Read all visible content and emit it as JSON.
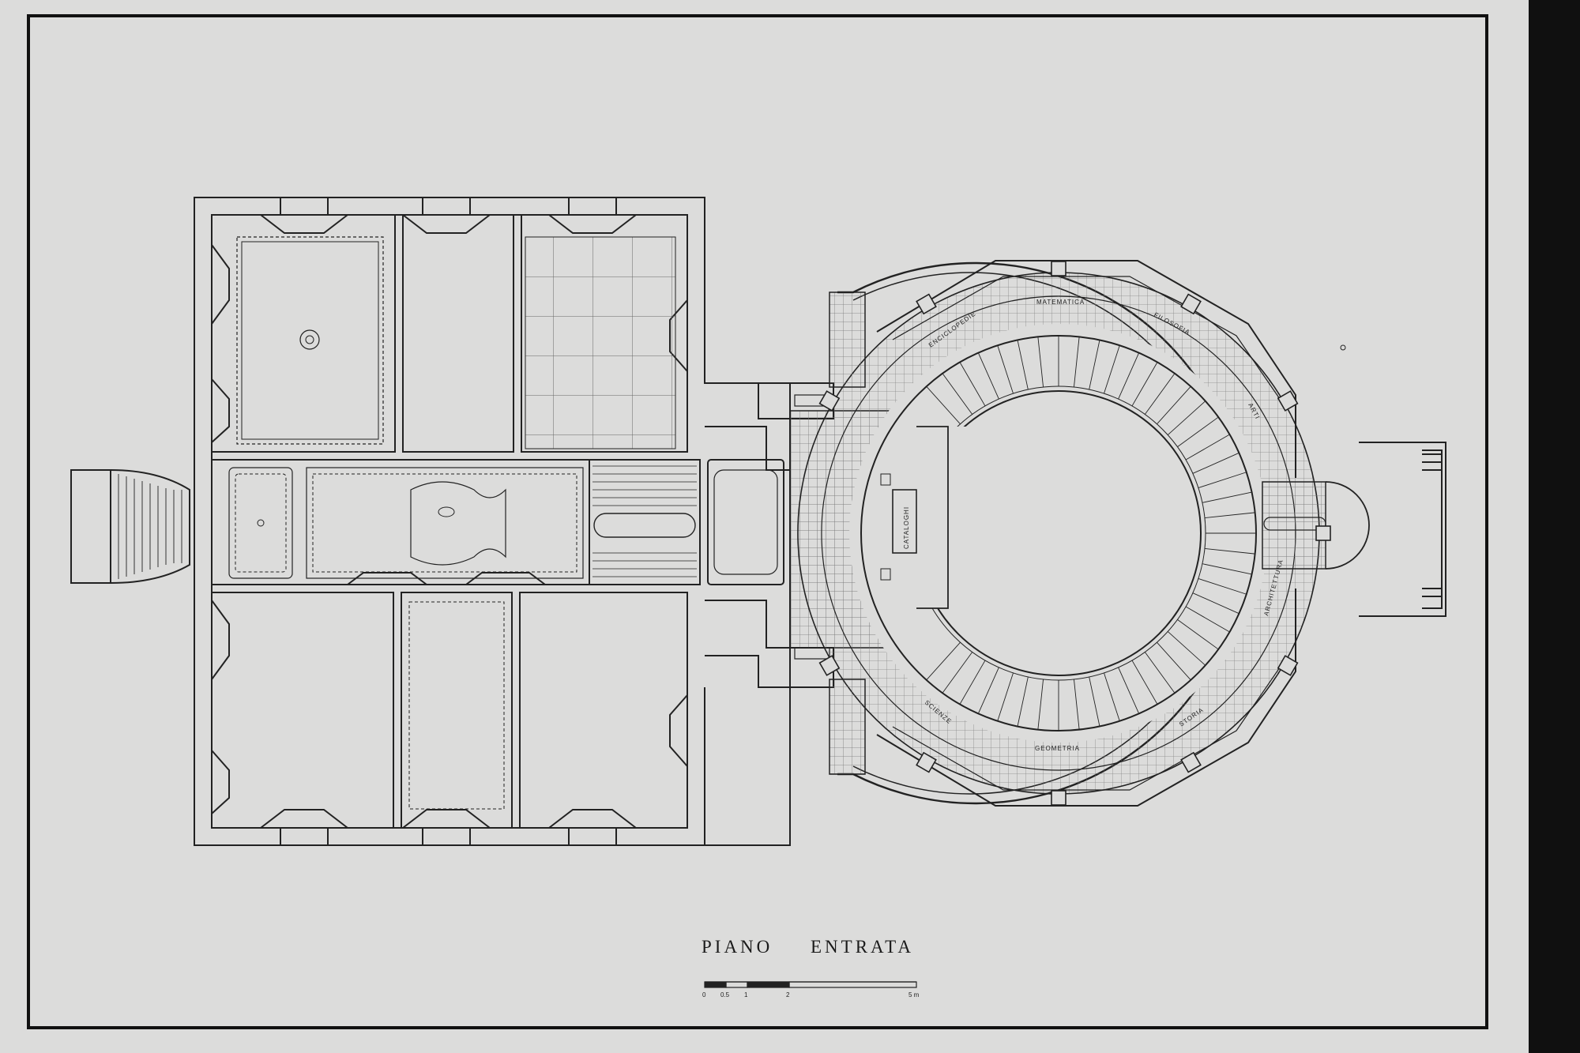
{
  "drawing": {
    "title_word_1": "PIANO",
    "title_word_2": "ENTRATA",
    "scale_bar": {
      "ticks": [
        "0",
        "0.5",
        "1",
        "2",
        "5 m"
      ]
    },
    "room_labels": [
      "MATEMATICA",
      "ENCICLOPEDIE",
      "FILOSOFIA",
      "ARTI",
      "ARCHITETTURA",
      "STORIA",
      "GEOMETRIA",
      "SCIENZE",
      "CATALOGHI"
    ]
  }
}
